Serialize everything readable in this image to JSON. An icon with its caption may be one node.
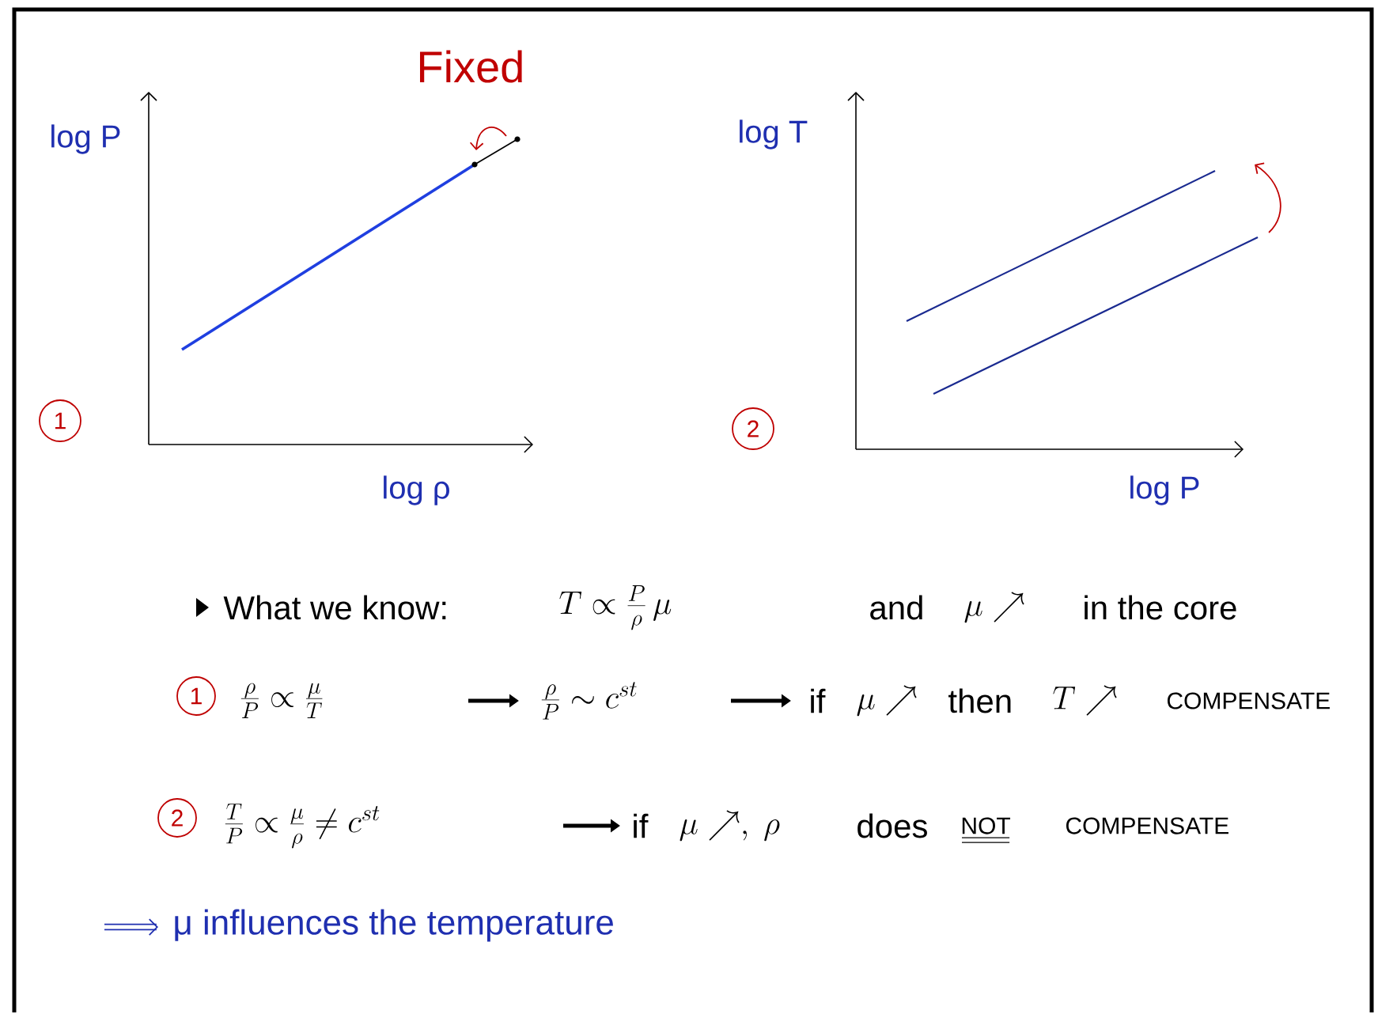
{
  "diagram": {
    "nodes": [
      {
        "text": [
          "1"
        ]
      },
      {
        "text": [
          "2"
        ]
      },
      {
        "text": [
          "1"
        ]
      },
      {
        "text": [
          "2"
        ]
      }
    ],
    "labels": [
      "Fixed",
      "log P",
      "log T",
      "log ρ",
      "log P",
      "What we know:",
      "T \\propto \\frac{P}{\\rho}\\,\\mu",
      "and",
      "\\mu \\nearrow",
      "in the core",
      "\\frac{\\rho}{P} \\propto \\frac{\\mu}{T}",
      "\\frac{\\rho}{P} \\sim c^{st}",
      "if",
      "\\mu \\nearrow",
      "then",
      "T \\nearrow",
      "COMPENSATE",
      "\\frac{T}{P} \\propto \\frac{\\mu}{\\rho} \\neq c^{st}",
      "if",
      "\\mu \\nearrow ,\\ \\rho",
      "does",
      "NOT",
      "COMPENSATE",
      "μ influences the temperature"
    ]
  }
}
